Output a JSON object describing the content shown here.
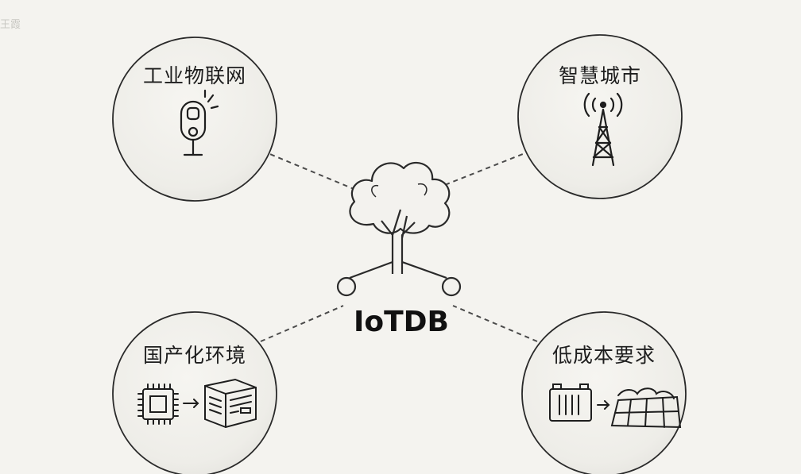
{
  "corner_mark": "王霞",
  "center": {
    "label": "IoTDB"
  },
  "scenarios": [
    {
      "label": "工业物联网",
      "icon": "industrial-sensor-icon"
    },
    {
      "label": "智慧城市",
      "icon": "signal-tower-icon"
    },
    {
      "label": "国产化环境",
      "icon": "chip-to-server-icon"
    },
    {
      "label": "低成本要求",
      "icon": "battery-to-solar-field-icon"
    }
  ],
  "colors": {
    "background": "#f4f3ef",
    "stroke": "#222222",
    "circle_fill": "#f1f0ec"
  }
}
